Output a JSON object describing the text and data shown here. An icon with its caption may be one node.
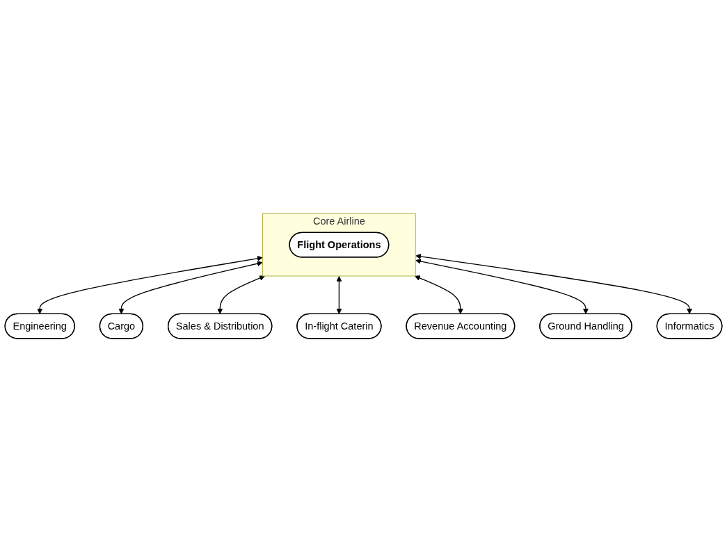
{
  "diagram": {
    "nodes": [
      {
        "text": [
          "Engineering"
        ]
      },
      {
        "text": [
          "Cargo"
        ]
      },
      {
        "text": [
          "Sales & Distribution"
        ]
      },
      {
        "text": [
          "Core Airline"
        ]
      },
      {
        "text": [
          "Flight Operations"
        ],
        "in": 3
      },
      {
        "text": [
          "In-flight Caterin"
        ]
      },
      {
        "text": [
          "Revenue Accounting"
        ]
      },
      {
        "text": [
          "Ground Handling"
        ]
      },
      {
        "text": [
          "Informatics"
        ]
      }
    ],
    "edges": [
      {
        "from": 3,
        "to": 0,
        "arrow": "both"
      },
      {
        "from": 3,
        "to": 1,
        "arrow": "both"
      },
      {
        "from": 3,
        "to": 2,
        "arrow": "both"
      },
      {
        "from": 3,
        "to": 5,
        "arrow": "both"
      },
      {
        "from": 3,
        "to": 6,
        "arrow": "both"
      },
      {
        "from": 3,
        "to": 7,
        "arrow": "both"
      },
      {
        "from": 3,
        "to": 8,
        "arrow": "both"
      }
    ]
  }
}
